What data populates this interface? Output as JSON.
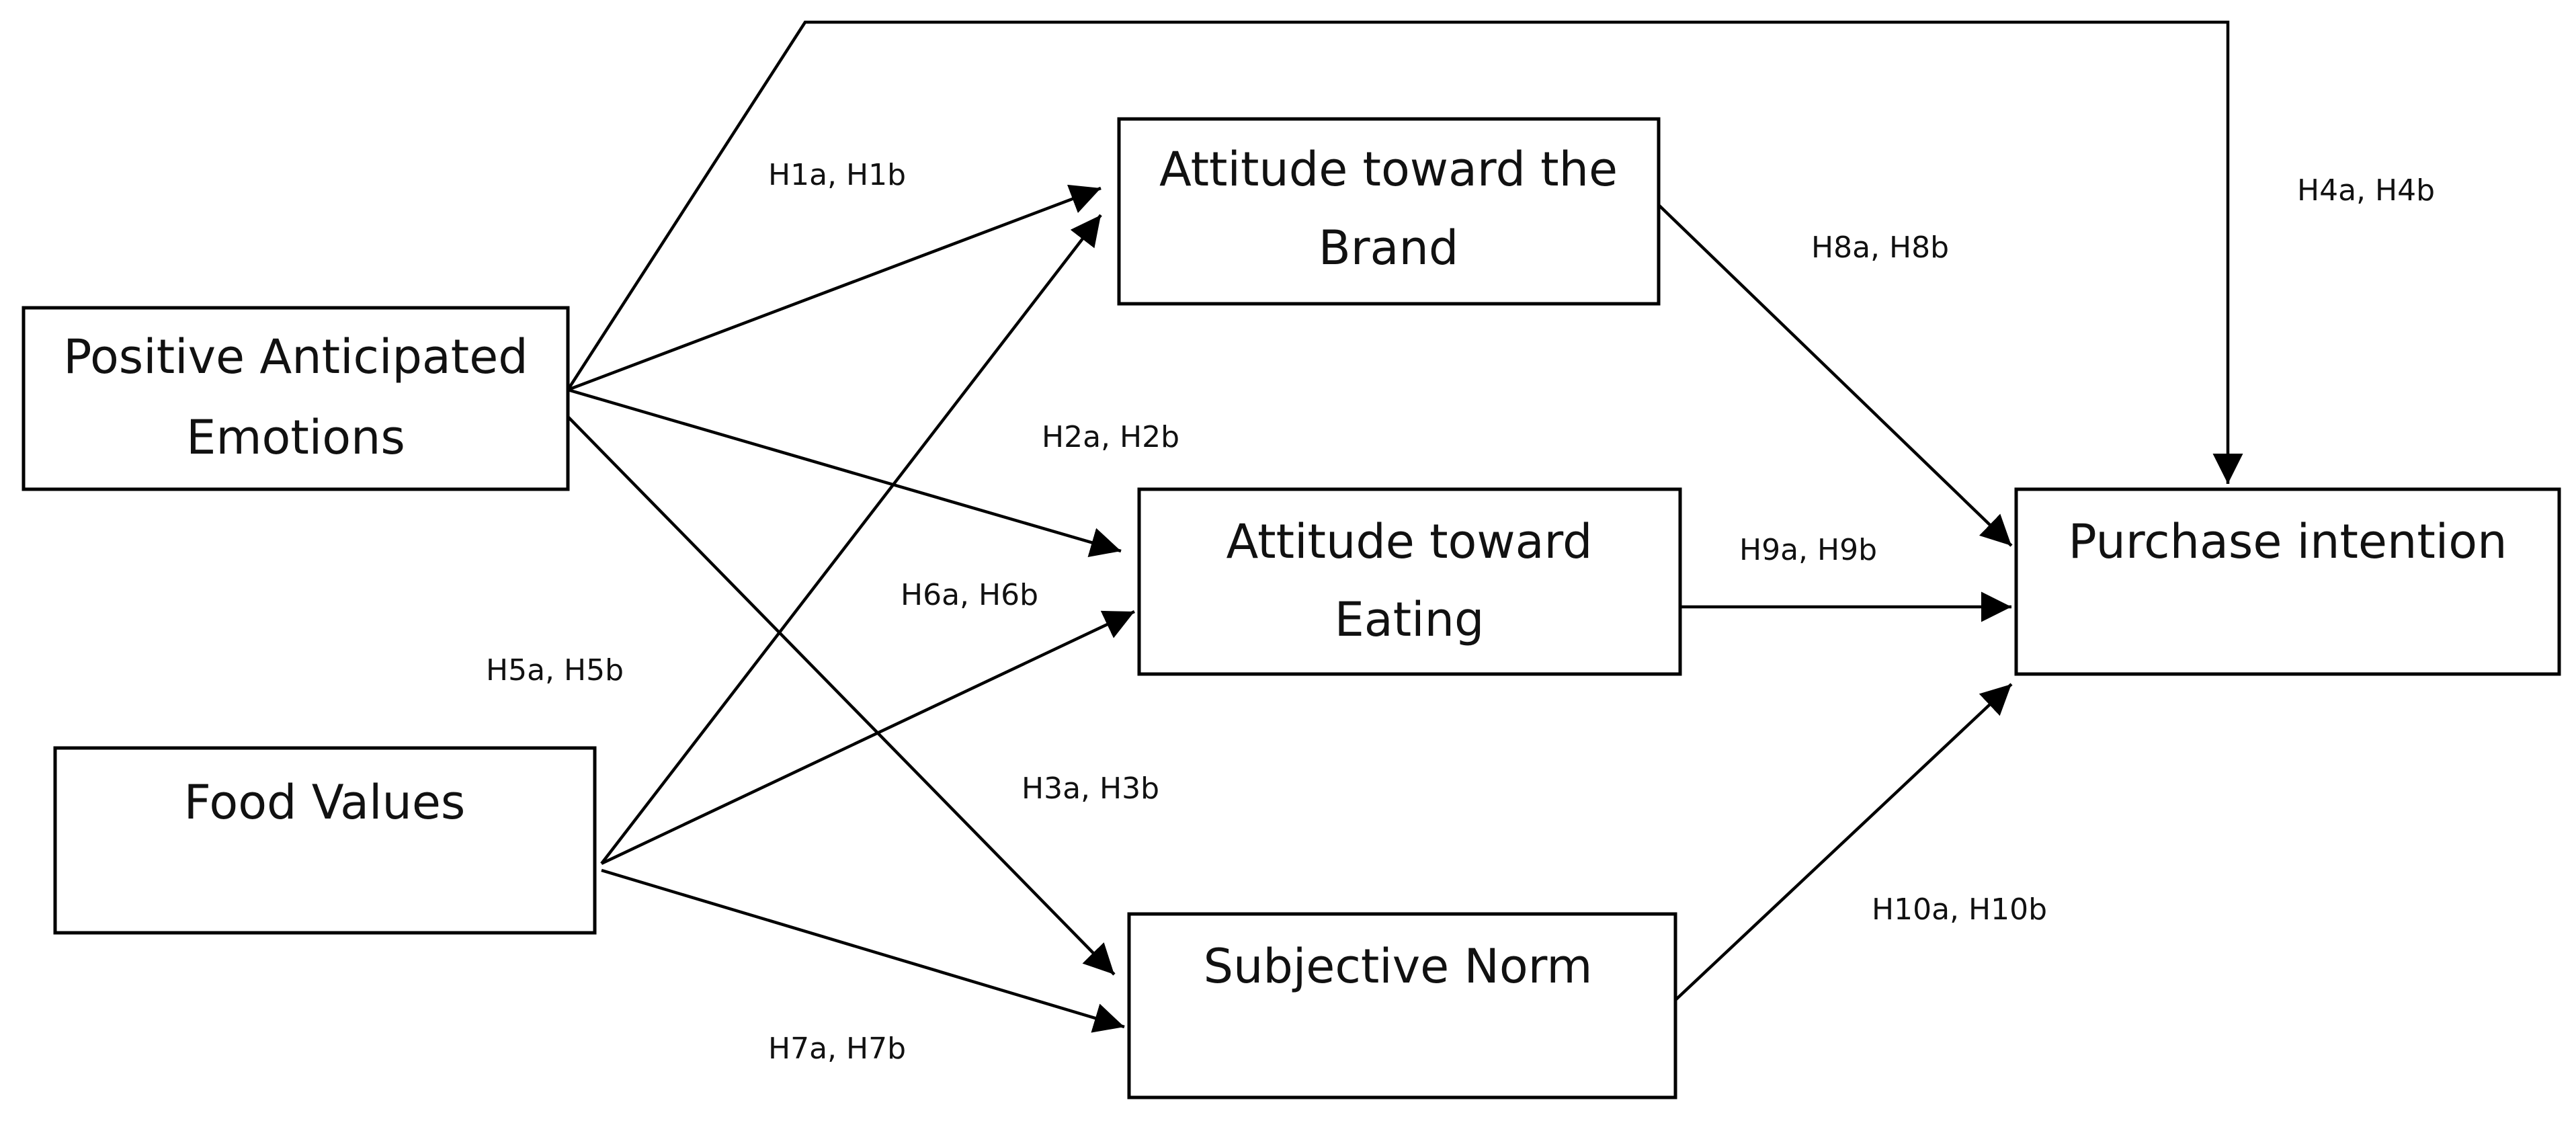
{
  "nodes": {
    "emotions": {
      "lines": [
        "Positive Anticipated",
        "Emotions"
      ]
    },
    "food_values": {
      "lines": [
        "Food Values"
      ]
    },
    "att_brand": {
      "lines": [
        "Attitude toward the",
        "Brand"
      ]
    },
    "att_eating": {
      "lines": [
        "Attitude toward",
        "Eating"
      ]
    },
    "subj_norm": {
      "lines": [
        "Subjective Norm"
      ]
    },
    "purchase": {
      "lines": [
        "Purchase intention"
      ]
    }
  },
  "hypotheses": {
    "h1": "H1a, H1b",
    "h2": "H2a, H2b",
    "h3": "H3a, H3b",
    "h4": "H4a, H4b",
    "h5": "H5a, H5b",
    "h6": "H6a, H6b",
    "h7": "H7a, H7b",
    "h8": "H8a, H8b",
    "h9": "H9a, H9b",
    "h10": "H10a, H10b"
  }
}
